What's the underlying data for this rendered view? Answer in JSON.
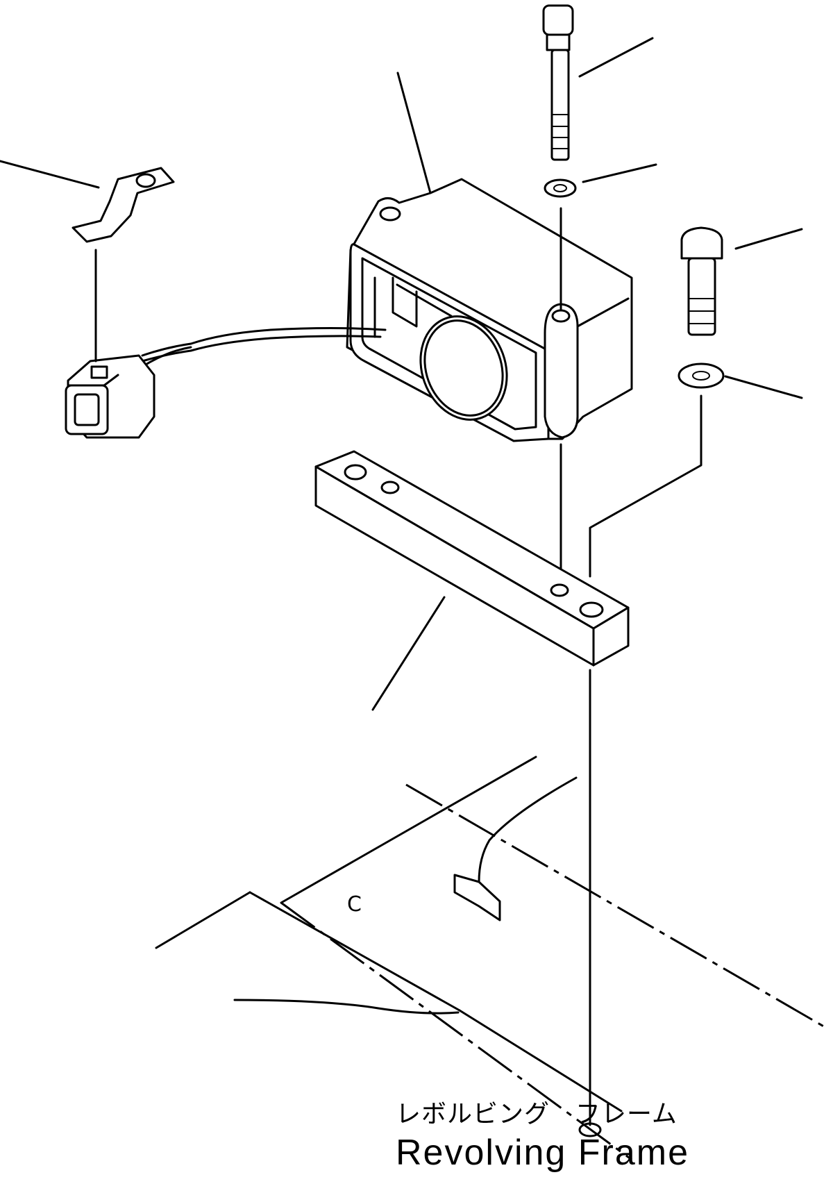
{
  "labels": {
    "frame_jp": "レボルビング　フレーム",
    "frame_en": "Revolving  Frame",
    "hole_mark": "C"
  },
  "colors": {
    "line": "#000000",
    "background": "#ffffff"
  }
}
